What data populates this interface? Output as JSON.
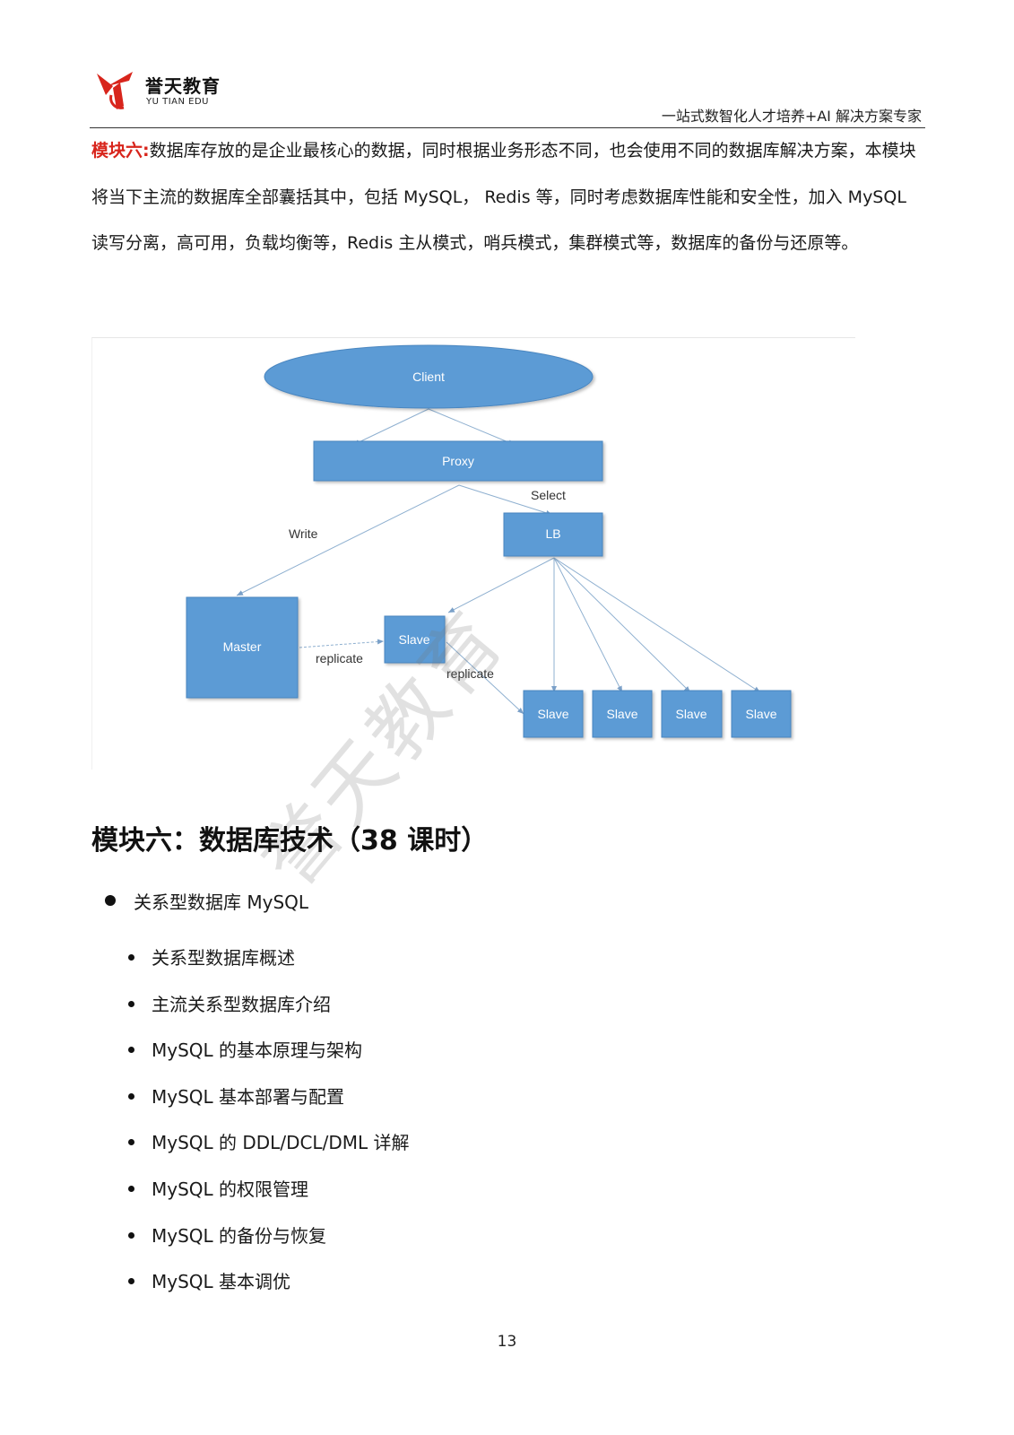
{
  "header": {
    "logo_cn": "誉天教育",
    "logo_en": "YU TIAN EDU",
    "slogan": "一站式数智化人才培养+AI 解决方案专家"
  },
  "intro": {
    "lead": "模块六:",
    "text": "数据库存放的是企业最核心的数据，同时根据业务形态不同，也会使用不同的数据库解决方案，本模块将当下主流的数据库全部囊括其中，包括 MySQL， Redis 等，同时考虑数据库性能和安全性，加入 MySQL 读写分离，高可用，负载均衡等，Redis 主从模式，哨兵模式，集群模式等，数据库的备份与还原等。"
  },
  "diagram": {
    "client": "Client",
    "proxy": "Proxy",
    "lb": "LB",
    "master": "Master",
    "slave_mid": "Slave",
    "slaves": [
      "Slave",
      "Slave",
      "Slave",
      "Slave"
    ],
    "edge_select": "Select",
    "edge_write": "Write",
    "edge_replicate_1": "replicate",
    "edge_replicate_2": "replicate",
    "colors": {
      "box_fill": "#5b9bd5",
      "box_stroke": "#4a86c0",
      "arrow": "#8fb0d0"
    }
  },
  "watermark": "誉天教育",
  "section": {
    "title": "模块六：数据库技术（38 课时）",
    "main_bullet": "关系型数据库 MySQL",
    "items": [
      "关系型数据库概述",
      "主流关系型数据库介绍",
      "MySQL 的基本原理与架构",
      "MySQL 基本部署与配置",
      "MySQL 的 DDL/DCL/DML 详解",
      "MySQL 的权限管理",
      "MySQL 的备份与恢复",
      "MySQL 基本调优"
    ]
  },
  "page_number": "13"
}
